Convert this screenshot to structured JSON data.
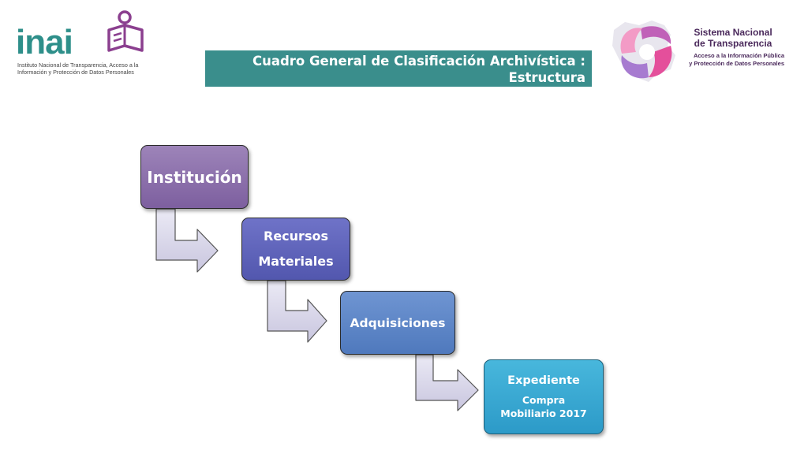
{
  "header": {
    "inai_logo": {
      "wordmark": "inai",
      "tagline_line1": "Instituto Nacional de Transparencia, Acceso a la",
      "tagline_line2": "Información y Protección de Datos Personales",
      "color": "#2e8f8a",
      "accent_color": "#8b3f8f"
    },
    "title_line1": "Cuadro General de Clasificación Archivística :",
    "title_line2": "Estructura",
    "title_bg_color": "#3a8e8c",
    "snt_logo": {
      "title_line1": "Sistema Nacional",
      "title_line2": "de Transparencia",
      "subtitle_line1": "Acceso a la Información Pública",
      "subtitle_line2": "y Protección de Datos Personales",
      "text_color": "#4b2a5c"
    }
  },
  "diagram": {
    "type": "hierarchy-steps",
    "nodes": [
      {
        "id": "institucion",
        "label": "Institución",
        "color": "#8a6dab"
      },
      {
        "id": "recursos",
        "label_line1": "Recursos",
        "label_line2": "Materiales",
        "color": "#5e63b9"
      },
      {
        "id": "adquisiciones",
        "label": "Adquisiciones",
        "color": "#5b84c6"
      },
      {
        "id": "expediente",
        "label": "Expediente",
        "sub_line1": "Compra",
        "sub_line2": "Mobiliario 2017",
        "color": "#35a6d1"
      }
    ],
    "connector_color": "#d3d1e8"
  }
}
